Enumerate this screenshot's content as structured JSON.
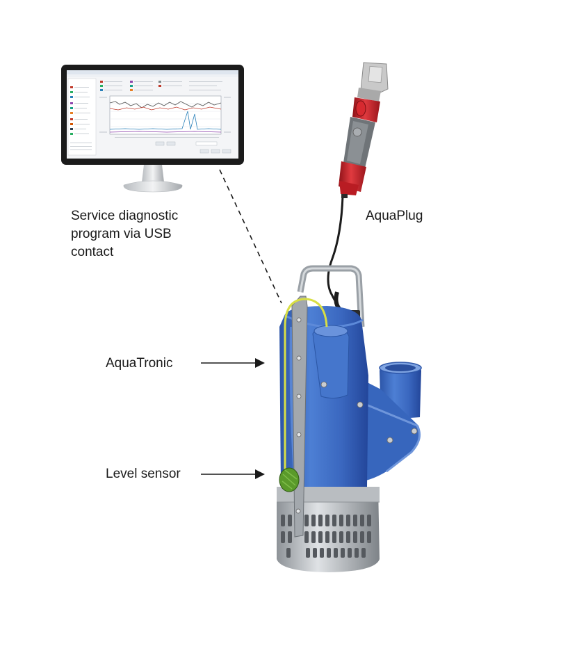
{
  "labels": {
    "service_lines": [
      "Service diagnostic",
      "program via USB",
      "contact"
    ],
    "aquaplug": "AquaPlug",
    "aquatronic": "AquaTronic",
    "level_sensor": "Level sensor"
  },
  "colors": {
    "pump_blue": "#3f6fc4",
    "plug_red": "#c8222b",
    "sensor_yellow": "#d8de44",
    "sensor_green": "#5a9a2a",
    "monitor_frame": "#1b1b1b"
  }
}
